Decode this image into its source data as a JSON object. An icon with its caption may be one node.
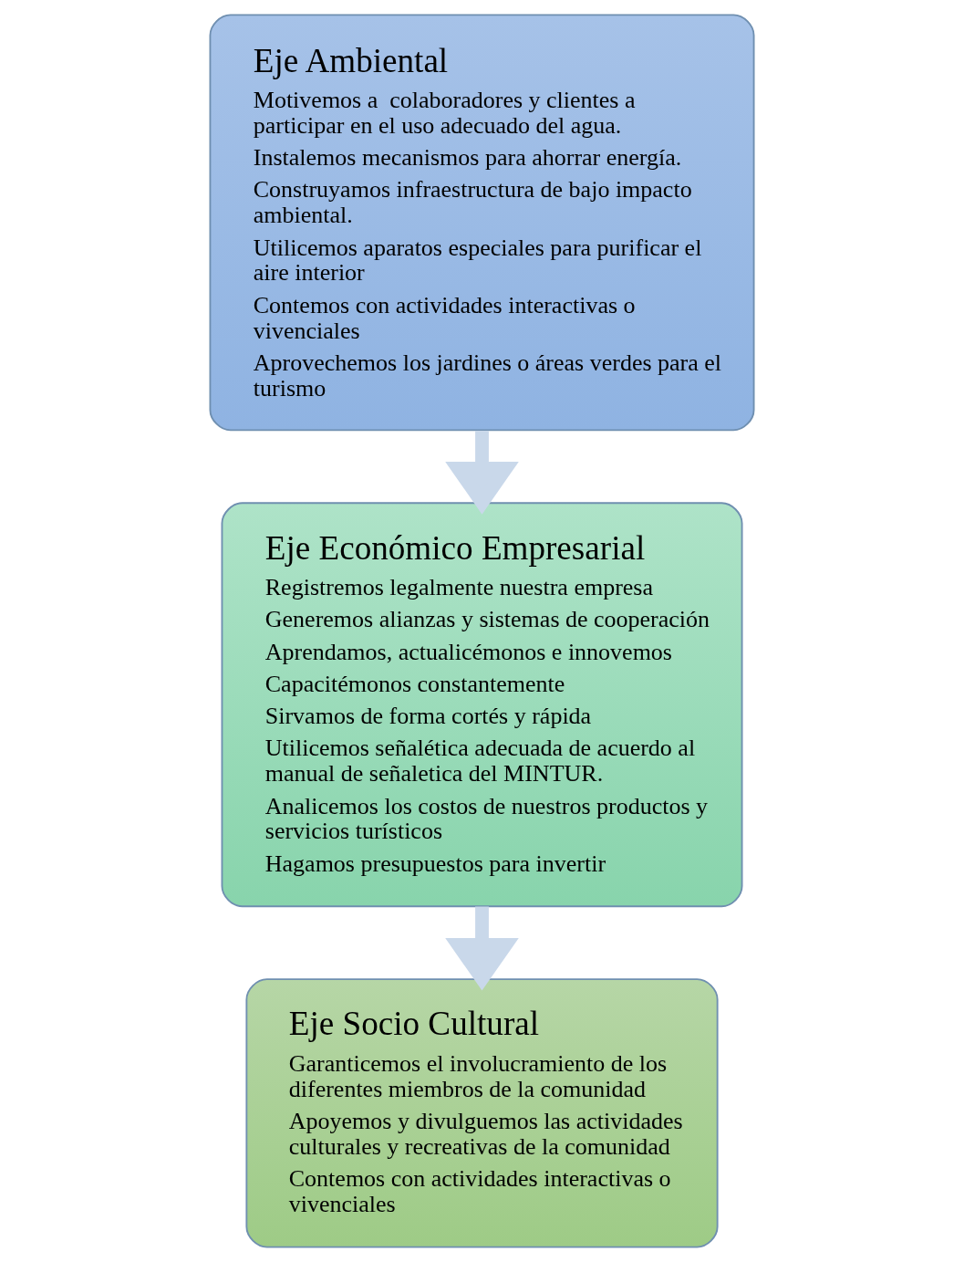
{
  "diagram": {
    "nodes": [
      {
        "text": [
          "Eje Ambiental",
          "Motivemos a  colaboradores y clientes a participar en el uso adecuado del agua.",
          "Instalemos mecanismos para ahorrar energía.",
          "Construyamos infraestructura de bajo impacto ambiental.",
          "Utilicemos aparatos especiales para purificar el aire interior",
          "Contemos con actividades interactivas o vivenciales",
          "Aprovechemos los jardines o áreas verdes para el turismo"
        ]
      },
      {
        "text": [
          "Eje Económico Empresarial",
          "Registremos legalmente nuestra empresa",
          "Generemos alianzas y sistemas de cooperación",
          "Aprendamos, actualicémonos e innovemos",
          "Capacitémonos constantemente",
          "Sirvamos de forma cortés y rápida",
          "Utilicemos señalética adecuada de acuerdo al manual de señaletica del MINTUR.",
          "Analicemos los costos de nuestros productos y servicios turísticos",
          "Hagamos presupuestos para invertir"
        ]
      },
      {
        "text": [
          "Eje Socio Cultural",
          "Garanticemos el involucramiento de los diferentes miembros de la comunidad",
          "Apoyemos y divulguemos las actividades culturales y recreativas de la comunidad",
          "Contemos con actividades interactivas o vivenciales"
        ]
      }
    ],
    "edges": [
      {
        "from": 0,
        "to": 1,
        "arrow": "to"
      },
      {
        "from": 1,
        "to": 2,
        "arrow": "to"
      }
    ]
  }
}
